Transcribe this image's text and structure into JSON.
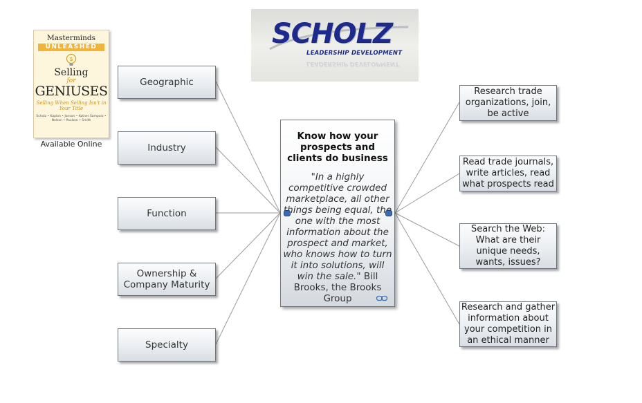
{
  "book": {
    "series": "Masterminds",
    "series_tag": "UNLEASHED",
    "title_line1": "Selling",
    "title_for": "for",
    "title_line2": "GENIUSES",
    "subtitle": "Selling When Selling Isn't in Your Title",
    "authors": "Scholz • Kaplan • Jonson • Kotner Sampaio • Nelson • Paulson • Smith",
    "caption": "Available Online"
  },
  "logo": {
    "wordmark": "SCHOLZ",
    "tagline": "LEADERSHIP DEVELOPMENT"
  },
  "central": {
    "title": "Know how your prospects and clients do business",
    "quote_open": "\"",
    "quote": "In a highly competitive crowded marketplace, all other things being equal, the one with the most information about the prospect and market, who knows how to turn it into solutions, will win the sale.",
    "quote_close": "\" Bill Brooks, the Brooks Group"
  },
  "left_topics": [
    "Geographic",
    "Industry",
    "Function",
    "Ownership & Company Maturity",
    "Specialty"
  ],
  "right_topics": [
    "Research trade organizations, join, be active",
    "Read trade journals, write articles, read what prospects read",
    "Search the Web: What are their unique needs, wants, issues?",
    "Research and gather information about your competition in an ethical manner"
  ],
  "colors": {
    "connector": "#9a9a9a",
    "node_border": "#6f767d",
    "logo_blue": "#1d2a8c",
    "book_gold": "#f0b43a"
  }
}
